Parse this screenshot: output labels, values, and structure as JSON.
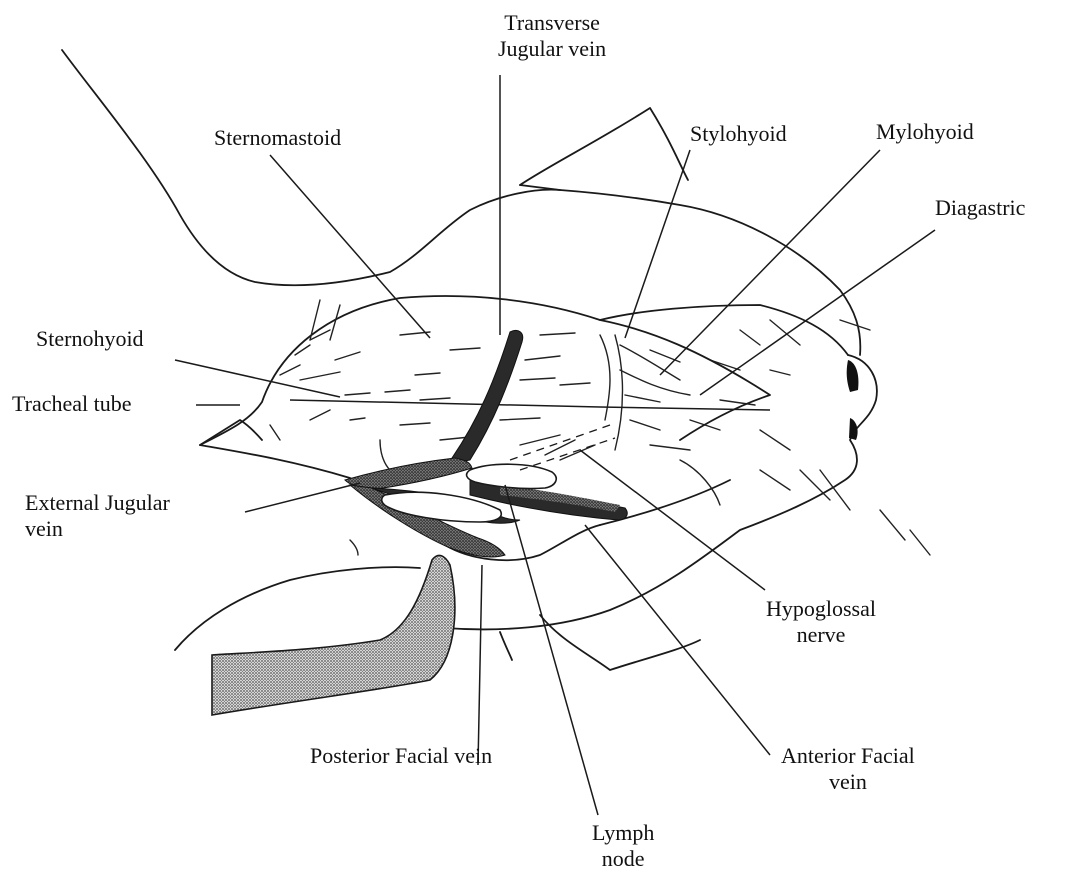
{
  "labels": {
    "transverse_1": "Transverse",
    "transverse_2": "Jugular vein",
    "sternomastoid": "Sternomastoid",
    "stylohyoid": "Stylohyoid",
    "mylohyoid": "Mylohyoid",
    "diagastric": "Diagastric",
    "sternohyoid": "Sternohyoid",
    "tracheal_tube": "Tracheal tube",
    "external_jugular_1": "External Jugular",
    "external_jugular_2": "vein",
    "hypoglossal_1": "Hypoglossal",
    "hypoglossal_2": "nerve",
    "posterior_facial": "Posterior Facial vein",
    "anterior_facial_1": "Anterior Facial",
    "anterior_facial_2": "vein",
    "lymph_1": "Lymph",
    "lymph_2": "node"
  },
  "colors": {
    "line": "#1a1a1a",
    "vein_dark": "#2a2a2a",
    "vein_stipple": "#6a6a6a",
    "tube_shading": "#9a9a9a"
  }
}
